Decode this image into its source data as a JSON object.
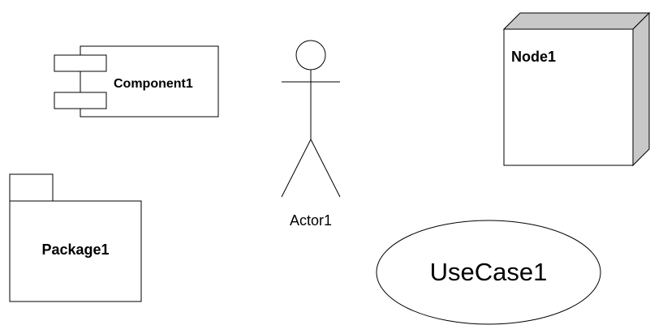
{
  "diagram": {
    "component": {
      "label": "Component1"
    },
    "actor": {
      "label": "Actor1"
    },
    "node": {
      "label": "Node1"
    },
    "package": {
      "label": "Package1"
    },
    "usecase": {
      "label": "UseCase1"
    }
  },
  "colors": {
    "stroke": "#000000",
    "fill": "#ffffff",
    "node_shade": "#c8c8c8"
  }
}
